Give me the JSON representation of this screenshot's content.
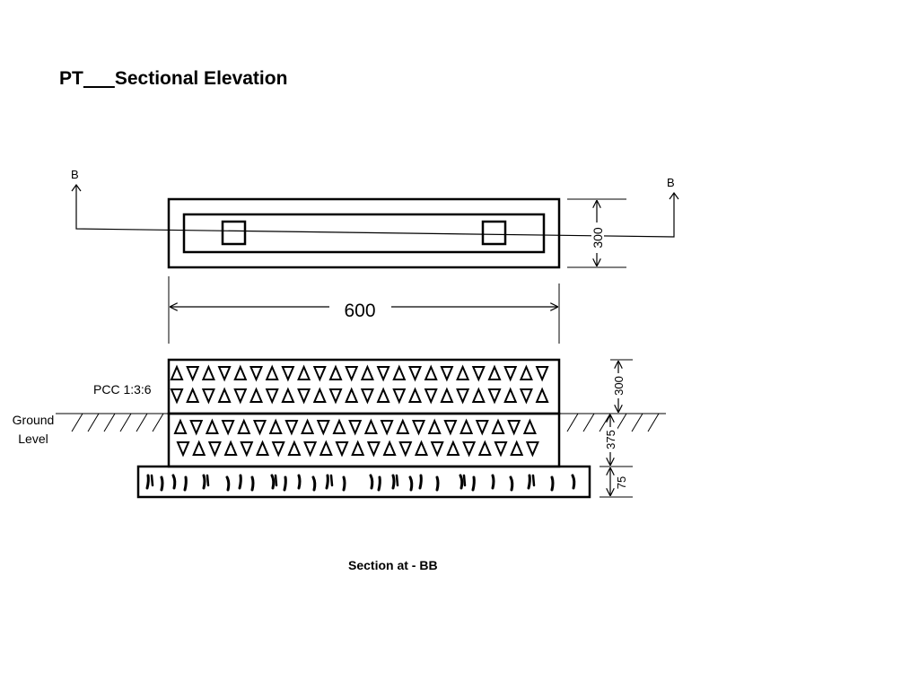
{
  "title": {
    "code": "PT",
    "name": "Sectional Elevation"
  },
  "plan": {
    "section_marker_left": "B",
    "section_marker_right": "B",
    "width_dimension": "600",
    "depth_dimension": "300"
  },
  "section": {
    "pcc_label": "PCC 1:3:6",
    "ground_label_line1": "Ground",
    "ground_label_line2": "Level",
    "dim_upper": "300",
    "dim_middle": "375",
    "dim_lower": "75",
    "caption": "Section at - BB"
  },
  "colors": {
    "line": "#000000",
    "background": "#ffffff"
  }
}
